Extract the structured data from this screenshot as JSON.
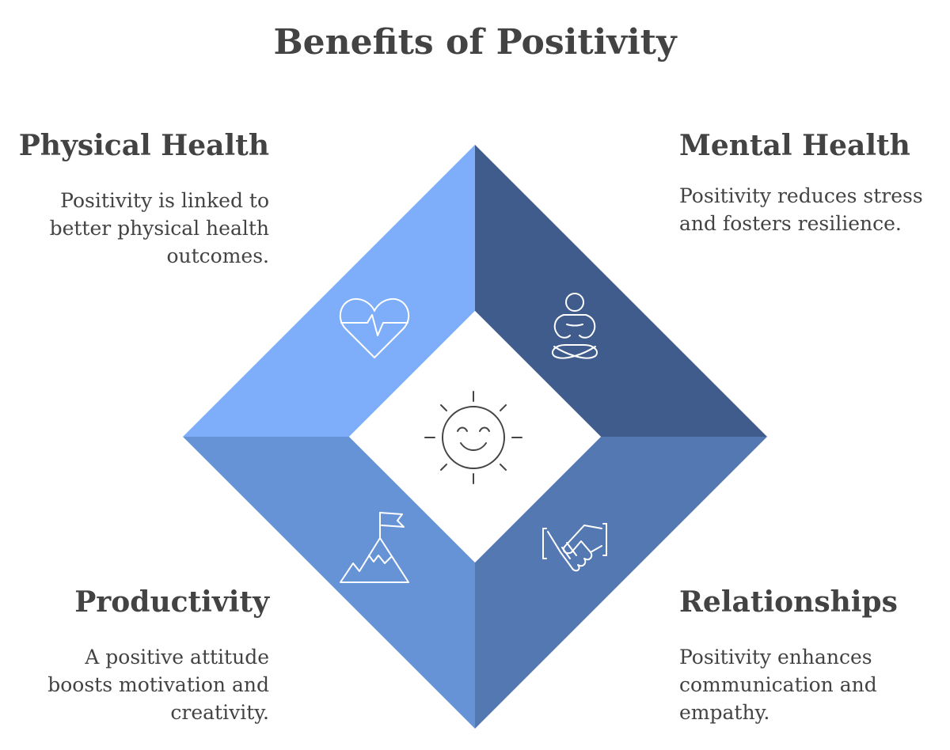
{
  "title": "Benefits of Positivity",
  "quadrants": {
    "physical": {
      "heading": "Physical Health",
      "description": "Positivity is linked to better physical health outcomes.",
      "icon": "heart-pulse-icon",
      "color": "#7eaef9"
    },
    "mental": {
      "heading": "Mental Health",
      "description": "Positivity reduces stress and fosters resilience.",
      "icon": "meditation-icon",
      "color": "#3f5c8c"
    },
    "productivity": {
      "heading": "Productivity",
      "description": "A positive attitude boosts motivation and creativity.",
      "icon": "mountain-flag-icon",
      "color": "#6693d6"
    },
    "relationships": {
      "heading": "Relationships",
      "description": "Positivity enhances communication and empathy.",
      "icon": "handshake-icon",
      "color": "#5479b2"
    }
  },
  "center": {
    "icon": "smiling-sun-icon"
  }
}
